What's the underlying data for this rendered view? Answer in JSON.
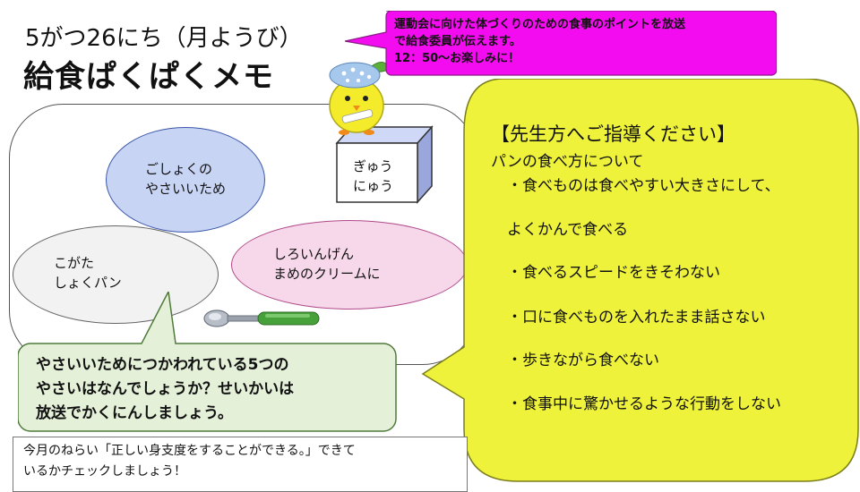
{
  "header": {
    "date": "5がつ26にち（月ようび）",
    "title": "給食ぱくぱくメモ"
  },
  "menu": {
    "veg": "ごしょくの\nやさいいため",
    "bread": "こがた\nしょくパン",
    "bean": "しろいんげん\nまめのクリームに",
    "milk": "ぎゅう\nにゅう"
  },
  "broadcast": {
    "lines": [
      "運動会に向けた体づくりのための食事のポイントを放送",
      "で給食委員が伝えます。",
      "12：50〜お楽しみに！"
    ]
  },
  "teachers": {
    "heading": "【先生方へご指導ください】",
    "subheading": "パンの食べ方について",
    "items": [
      "・食べものは食べやすい大きさにして、",
      "よくかんで食べる",
      "・食べるスピードをきそわない",
      "・口に食べものを入れたまま話さない",
      "・歩きながら食べない",
      "・食事中に驚かせるような行動をしない"
    ]
  },
  "question": {
    "lines": [
      "やさいいためにつかわれている5つの",
      "やさいはなんでしょうか？せいかいは",
      "放送でかくにんしましょう。"
    ]
  },
  "goal": {
    "lines": [
      "今月のねらい「正しい身支度をすることができる。」できて",
      "いるかチェックしましょう！"
    ]
  },
  "colors": {
    "broadcast_bg": "#f40cf0",
    "teacher_bg": "#eef23a",
    "question_bg": "#e4f0d8",
    "veg_oval": "#c8d4f4",
    "bean_oval": "#f6d8ea",
    "mascot": "#f4ec2a",
    "spoon_handle": "#46a13a"
  },
  "icons": {
    "mascot": "yellow-bird-mascot-icon",
    "milk": "milk-carton-box-icon",
    "spoon": "spoon-icon"
  }
}
